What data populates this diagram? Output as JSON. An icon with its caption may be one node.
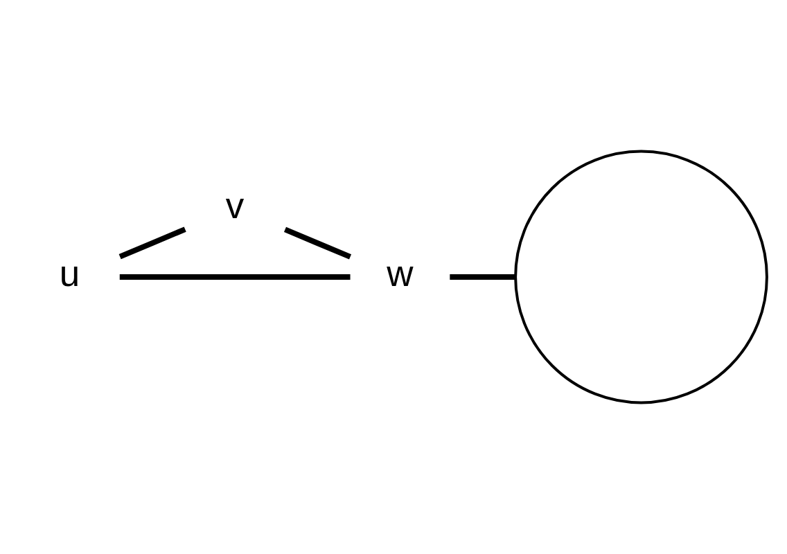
{
  "diagram": {
    "nodes": [
      {
        "text": [
          "u"
        ]
      },
      {
        "text": [
          "v"
        ]
      },
      {
        "text": [
          "w"
        ]
      },
      {
        "text": [],
        "shape": "circle"
      }
    ],
    "edges": [
      {
        "from": 0,
        "to": 2,
        "arrow": "none"
      },
      {
        "from": 0,
        "to": 1,
        "arrow": "none"
      },
      {
        "from": 1,
        "to": 2,
        "arrow": "none"
      },
      {
        "from": 2,
        "to": 3,
        "arrow": "none"
      }
    ]
  }
}
